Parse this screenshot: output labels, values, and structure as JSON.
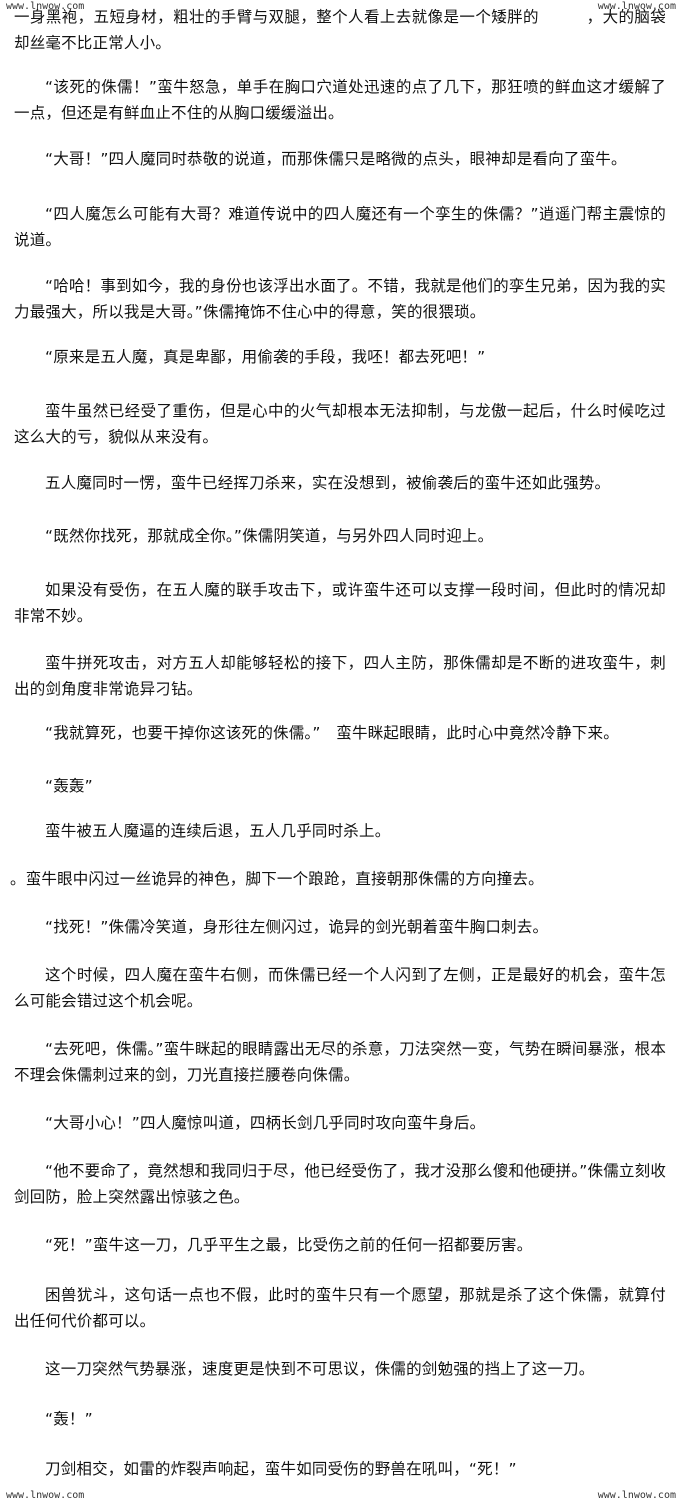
{
  "watermarks": {
    "top_left": "www.lnwow.com",
    "top_right": "www.lnwow.com",
    "bottom_left": "www.lnwow.com",
    "bottom_right": "www.lnwow.com"
  },
  "paragraphs": [
    "一身黑袍，五短身材，粗壮的手臂与双腿，整个人看上去就像是一个矮胖的　　　，大的脑袋却丝毫不比正常人小。",
    "“该死的侏儒！”蛮牛怒急，单手在胸口穴道处迅速的点了几下，那狂喷的鲜血这才缓解了一点，但还是有鲜血止不住的从胸口缓缓溢出。",
    "“大哥！”四人魔同时恭敬的说道，而那侏儒只是略微的点头，眼神却是看向了蛮牛。",
    "“四人魔怎么可能有大哥？难道传说中的四人魔还有一个孪生的侏儒？”逍遥门帮主震惊的说道。",
    "“哈哈！事到如今，我的身份也该浮出水面了。不错，我就是他们的孪生兄弟，因为我的实力最强大，所以我是大哥。”侏儒掩饰不住心中的得意，笑的很猥琐。",
    "“原来是五人魔，真是卑鄙，用偷袭的手段，我呸！都去死吧！”",
    "蛮牛虽然已经受了重伤，但是心中的火气却根本无法抑制，与龙傲一起后，什么时候吃过这么大的亏，貌似从来没有。",
    "五人魔同时一愣，蛮牛已经挥刀杀来，实在没想到，被偷袭后的蛮牛还如此强势。",
    "“既然你找死，那就成全你。”侏儒阴笑道，与另外四人同时迎上。",
    "如果没有受伤，在五人魔的联手攻击下，或许蛮牛还可以支撑一段时间，但此时的情况却非常不妙。",
    "蛮牛拼死攻击，对方五人却能够轻松的接下，四人主防，那侏儒却是不断的进攻蛮牛，刺出的剑角度非常诡异刁钻。",
    "“我就算死，也要干掉你这该死的侏儒。”　蛮牛眯起眼睛，此时心中竟然冷静下来。",
    "“轰轰”",
    "蛮牛被五人魔逼的连续后退，五人几乎同时杀上。",
    "。蛮牛眼中闪过一丝诡异的神色，脚下一个踉跄，直接朝那侏儒的方向撞去。",
    "“找死！”侏儒冷笑道，身形往左侧闪过，诡异的剑光朝着蛮牛胸口刺去。",
    "这个时候，四人魔在蛮牛右侧，而侏儒已经一个人闪到了左侧，正是最好的机会，蛮牛怎么可能会错过这个机会呢。",
    "“去死吧，侏儒。”蛮牛眯起的眼睛露出无尽的杀意，刀法突然一变，气势在瞬间暴涨，根本不理会侏儒刺过来的剑，刀光直接拦腰卷向侏儒。",
    "“大哥小心！”四人魔惊叫道，四柄长剑几乎同时攻向蛮牛身后。",
    "“他不要命了，竟然想和我同归于尽，他已经受伤了，我才没那么傻和他硬拼。”侏儒立刻收剑回防，脸上突然露出惊骇之色。",
    "“死！”蛮牛这一刀，几乎平生之最，比受伤之前的任何一招都要厉害。",
    "困兽犹斗，这句话一点也不假，此时的蛮牛只有一个愿望，那就是杀了这个侏儒，就算付出任何代价都可以。",
    "这一刀突然气势暴涨，速度更是快到不可思议，侏儒的剑勉强的挡上了这一刀。",
    "“轰！”",
    "刀剑相交，如雷的炸裂声响起，蛮牛如同受伤的野兽在吼叫，“死！”"
  ]
}
